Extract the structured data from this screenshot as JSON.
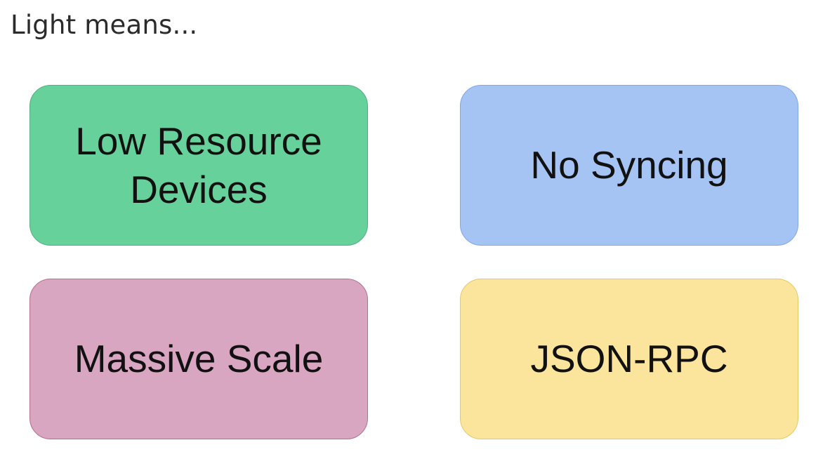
{
  "title": "Light means...",
  "boxes": [
    {
      "label": "Low Resource Devices",
      "fill": "#66d19a",
      "border": "#52b07f"
    },
    {
      "label": "No Syncing",
      "fill": "#a5c3f3",
      "border": "#84a7e3"
    },
    {
      "label": "Massive Scale",
      "fill": "#d8a6c0",
      "border": "#b4708f"
    },
    {
      "label": "JSON-RPC",
      "fill": "#fbe49c",
      "border": "#e6c86a"
    }
  ]
}
